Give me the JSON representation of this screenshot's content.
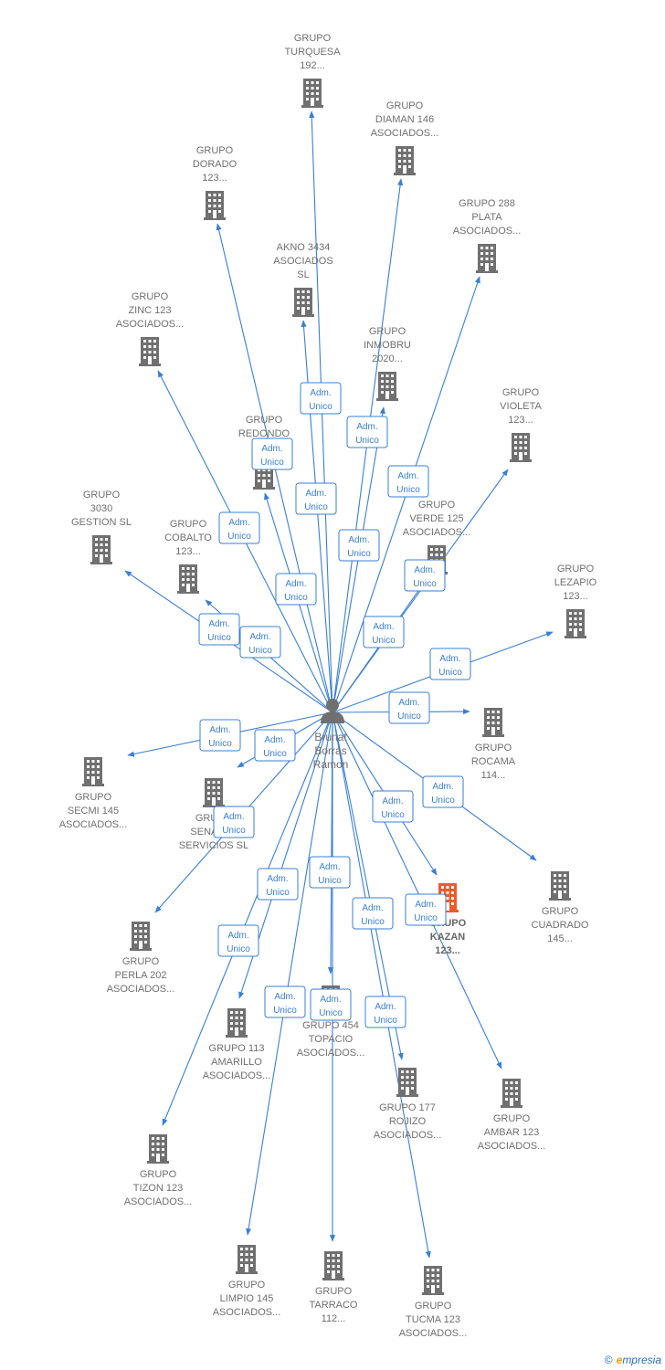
{
  "center": {
    "lines": [
      "Brunat",
      "Borras",
      "Ramon"
    ]
  },
  "edge_label": [
    "Adm.",
    "Unico"
  ],
  "colors": {
    "edge": "#3a7fd5",
    "building": "#707070",
    "building_highlight": "#f05a28"
  },
  "nodes": [
    {
      "id": "turquesa",
      "lines": [
        "GRUPO",
        "TURQUESA",
        "192..."
      ]
    },
    {
      "id": "diaman",
      "lines": [
        "GRUPO",
        "DIAMAN 146",
        "ASOCIADOS..."
      ]
    },
    {
      "id": "dorado",
      "lines": [
        "GRUPO",
        "DORADO",
        "123..."
      ]
    },
    {
      "id": "plata",
      "lines": [
        "GRUPO 288",
        "PLATA",
        "ASOCIADOS..."
      ]
    },
    {
      "id": "akno",
      "lines": [
        "AKNO 3434",
        "ASOCIADOS",
        "SL"
      ]
    },
    {
      "id": "zinc",
      "lines": [
        "GRUPO",
        "ZINC 123",
        "ASOCIADOS..."
      ]
    },
    {
      "id": "inmobru",
      "lines": [
        "GRUPO",
        "INMOBRU",
        "2020..."
      ]
    },
    {
      "id": "violeta",
      "lines": [
        "GRUPO",
        "VIOLETA",
        "123..."
      ]
    },
    {
      "id": "redondo",
      "lines": [
        "GRUPO",
        "REDONDO",
        "1..."
      ]
    },
    {
      "id": "verde",
      "lines": [
        "GRUPO",
        "VERDE 125",
        "ASOCIADOS..."
      ]
    },
    {
      "id": "gestion",
      "lines": [
        "GRUPO",
        "3030",
        "GESTION  SL"
      ]
    },
    {
      "id": "cobalto",
      "lines": [
        "GRUPO",
        "COBALTO",
        "123..."
      ]
    },
    {
      "id": "lezapio",
      "lines": [
        "GRUPO",
        "LEZAPIO",
        "123..."
      ]
    },
    {
      "id": "rocama",
      "lines": [
        "GRUPO",
        "ROCAMA",
        "114..."
      ]
    },
    {
      "id": "secmi",
      "lines": [
        "GRUPO",
        "SECMI 145",
        "ASOCIADOS..."
      ]
    },
    {
      "id": "senatus",
      "lines": [
        "GRUPO",
        "SENATUS",
        "SERVICIOS  SL"
      ]
    },
    {
      "id": "cuadrado",
      "lines": [
        "GRUPO",
        "CUADRADO",
        "145..."
      ]
    },
    {
      "id": "kazan",
      "lines": [
        "GRUPO",
        "KAZAN",
        "123..."
      ],
      "highlight": true
    },
    {
      "id": "perla",
      "lines": [
        "GRUPO",
        "PERLA 202",
        "ASOCIADOS..."
      ]
    },
    {
      "id": "amarillo",
      "lines": [
        "GRUPO 113",
        "AMARILLO",
        "ASOCIADOS..."
      ]
    },
    {
      "id": "topacio",
      "lines": [
        "GRUPO 454",
        "TOPACIO",
        "ASOCIADOS..."
      ]
    },
    {
      "id": "rojizo",
      "lines": [
        "GRUPO 177",
        "ROJIZO",
        "ASOCIADOS..."
      ]
    },
    {
      "id": "ambar",
      "lines": [
        "GRUPO",
        "AMBAR 123",
        "ASOCIADOS..."
      ]
    },
    {
      "id": "tizon",
      "lines": [
        "GRUPO",
        "TIZON 123",
        "ASOCIADOS..."
      ]
    },
    {
      "id": "limpio",
      "lines": [
        "GRUPO",
        "LIMPIO 145",
        "ASOCIADOS..."
      ]
    },
    {
      "id": "tarraco",
      "lines": [
        "GRUPO",
        "TARRACO",
        "112..."
      ]
    },
    {
      "id": "tucma",
      "lines": [
        "GRUPO",
        "TUCMA 123",
        "ASOCIADOS..."
      ]
    }
  ],
  "footer": {
    "copyright": "©",
    "brand_initial": "e",
    "brand_rest": "mpresia"
  }
}
